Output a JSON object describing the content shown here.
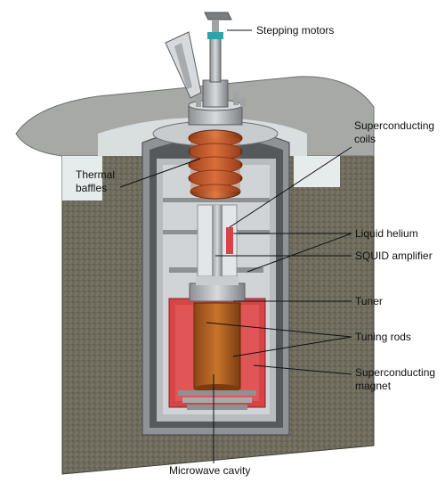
{
  "labels": {
    "stepping_motors": "Stepping motors",
    "superconducting_coils_1": "Superconducting",
    "superconducting_coils_2": "coils",
    "thermal_baffles_1": "Thermal",
    "thermal_baffles_2": "baffles",
    "liquid_helium": "Liquid helium",
    "squid_amplifier": "SQUID amplifier",
    "tuner": "Tuner",
    "tuning_rods": "Tuning rods",
    "superconducting_magnet_1": "Superconducting",
    "superconducting_magnet_2": "magnet",
    "microwave_cavity": "Microwave cavity"
  },
  "colors": {
    "ground": "#6e6a5c",
    "ground_top": "#a6a9a6",
    "shaft_wall": "#e6ebec",
    "vessel_metal": "#a7abae",
    "vessel_dark": "#55595c",
    "inner_gray": "#c9cdd0",
    "coil_orange": "#c85a2c",
    "coil_dark": "#8a3516",
    "magnet_red": "#d64545",
    "cavity_copper": "#b8641f"
  }
}
